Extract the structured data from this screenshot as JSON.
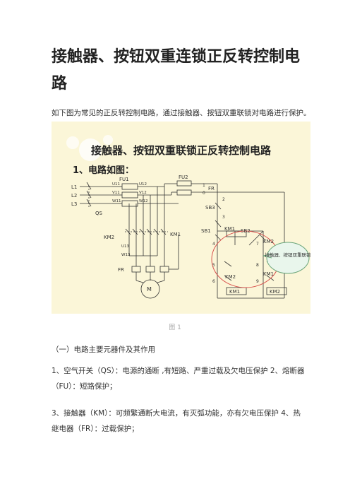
{
  "doc": {
    "title": "接触器、按钮双重连锁正反转控制电路",
    "intro": "如下图为常见的正反转控制电路，通过接触器、按钮双重联锁对电路进行保护。",
    "figure": {
      "title": "接触器、按钮双重联锁正反转控制电路",
      "subtitle": "1、电路如图：",
      "labels": {
        "l1": "L1",
        "l2": "L2",
        "l3": "L3",
        "qs": "QS",
        "fu1": "FU1",
        "fu2": "FU2",
        "u11": "U11",
        "v11": "V11",
        "w11": "W11",
        "u12": "U12",
        "v12": "V12",
        "w12": "W12",
        "u13": "U13",
        "w13": "W13",
        "km1_main": "KM1",
        "km2_main": "KM2",
        "fr_main": "FR",
        "motor": "M",
        "n1": "1",
        "n0": "0",
        "n2": "2",
        "n3": "3",
        "n4": "4",
        "n5": "5",
        "n6": "6",
        "n7": "7",
        "n8": "8",
        "n9": "9",
        "fr_ctrl": "FR",
        "sb3": "SB3",
        "sb1": "SB1",
        "sb2": "SB2",
        "km1_a": "KM1",
        "km2_a": "KM2",
        "km2_b": "KM2",
        "km1_b": "KM1",
        "km1_coil": "KM1",
        "km2_coil": "KM2",
        "note": "接触器、按钮双重联锁"
      }
    },
    "caption": "图 1",
    "section": "（一）电路主要元器件及其作用",
    "item1": "1、空气开关（QS）：电源的通断 ,有短路、严重过载及欠电压保护 2、熔断器（FU）：短路保护；",
    "item3": "3、接触器（KM）：可频繁通断大电流，有灭弧功能，亦有欠电压保护 4、热继电器（FR）：过载保护；"
  }
}
